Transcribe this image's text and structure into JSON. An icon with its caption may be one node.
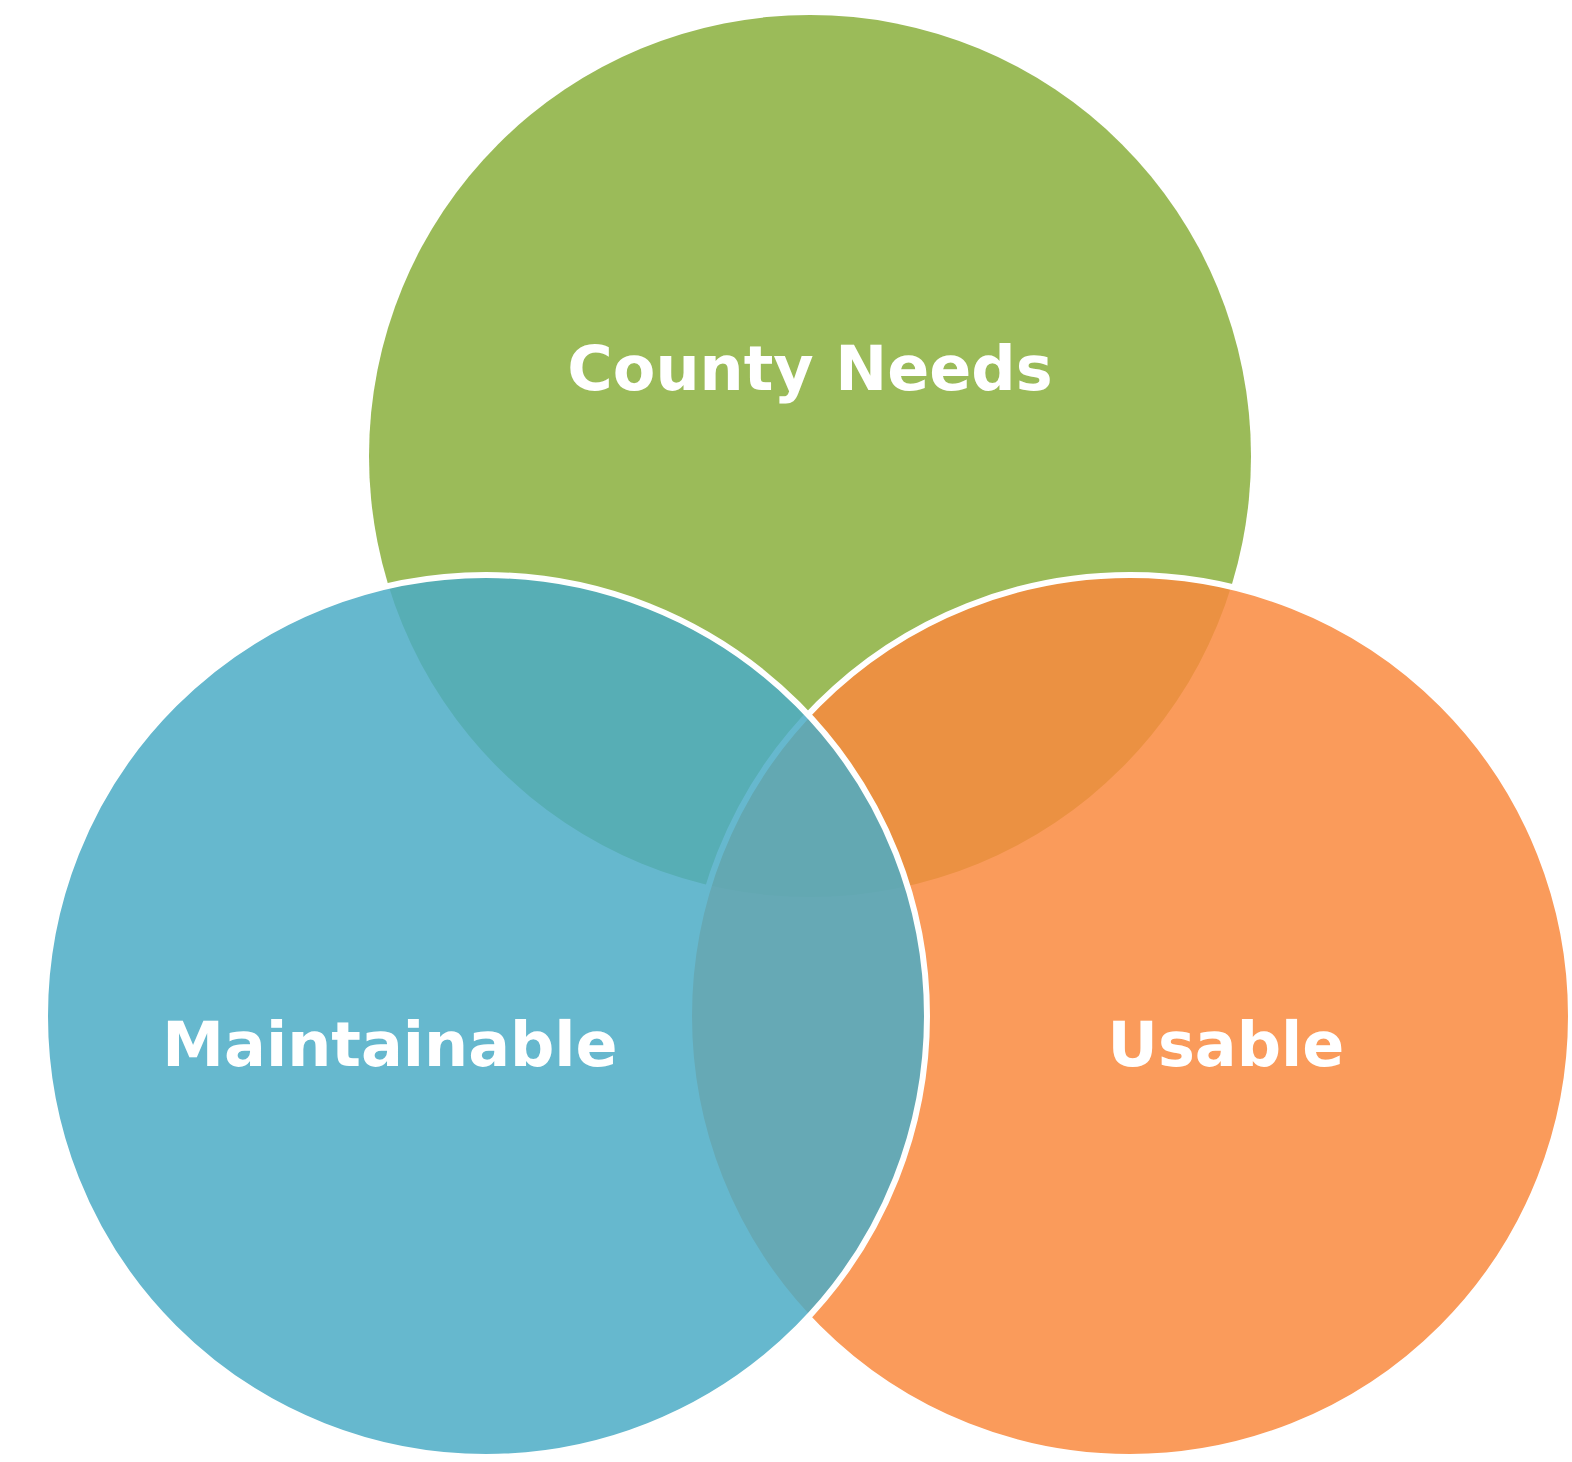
{
  "diagram": {
    "nodes": [
      {
        "text": [
          "County Needs"
        ]
      },
      {
        "text": [
          "Maintainable"
        ]
      },
      {
        "text": [
          "Usable"
        ]
      }
    ]
  }
}
